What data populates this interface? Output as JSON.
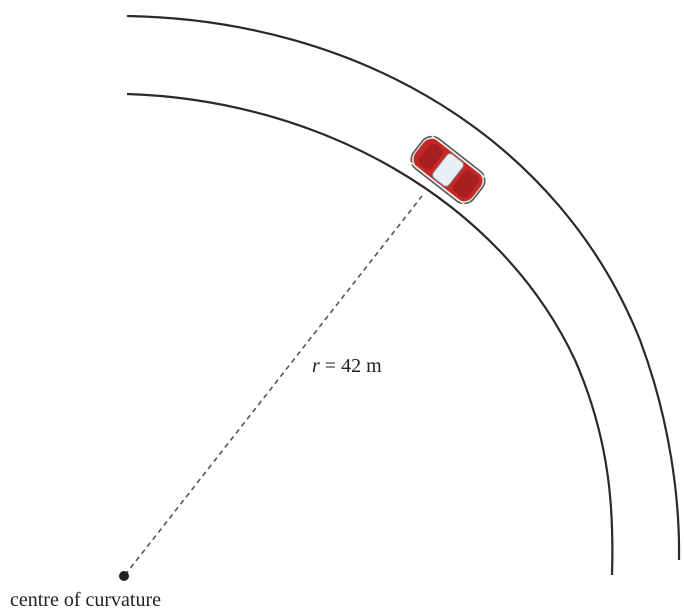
{
  "diagram": {
    "radius_label": {
      "symbol": "r",
      "equals": " = ",
      "value": "42 m"
    },
    "center_label": "centre of curvature",
    "colors": {
      "car_body": "#c62828",
      "car_trim": "#eeeeee",
      "road": "#2a2a2a",
      "radius_line": "#555555"
    },
    "icons": [
      "car-icon",
      "center-point-icon"
    ]
  }
}
